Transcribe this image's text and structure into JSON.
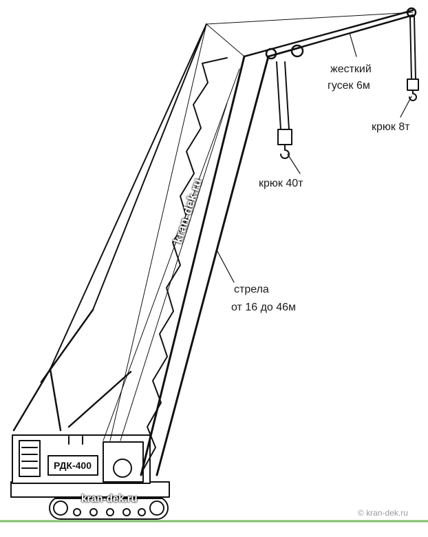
{
  "labels": {
    "jib_line1": "жесткий",
    "jib_line2": "гусек 6м",
    "hook_8t": "крюк 8т",
    "hook_40t": "крюк 40т",
    "boom_line1": "стрела",
    "boom_line2": "от 16 до 46м"
  },
  "crane": {
    "model": "РДК-400"
  },
  "watermarks": {
    "vertical": "kran-dek.ru",
    "track": "kran-dek.ru"
  },
  "copyright": "© kran-dek.ru",
  "colors": {
    "line": "#111111",
    "ground": "#7fbf6a",
    "text": "#1a1a1a"
  }
}
